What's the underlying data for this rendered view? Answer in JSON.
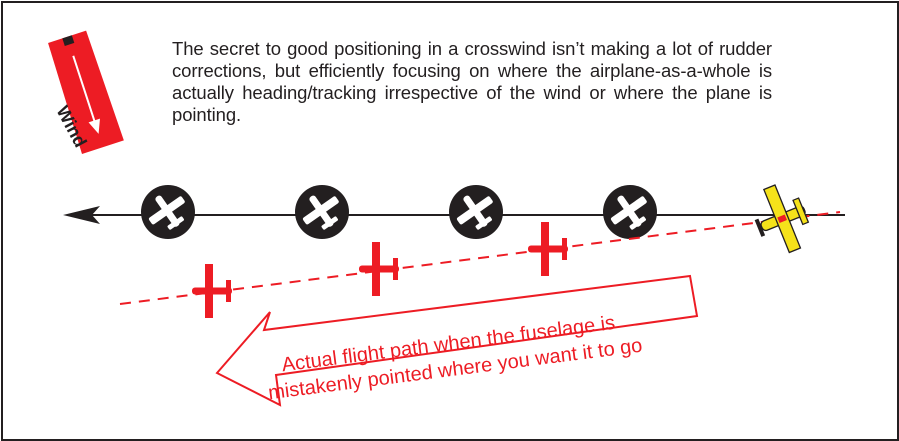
{
  "intro_text": "The secret to good positioning in a crosswind isn’t making a lot of rudder corrections, but efficiently focusing on where the airplane-as-a-whole is actually heading/tracking irrespective of the wind or where the plane is pointing.",
  "wind_label": "Wind",
  "flight_path_label_line1": "Actual flight path when the fuselage is",
  "flight_path_label_line2": "mistakenly pointed where you want it to go",
  "colors": {
    "red": "#ed1c24",
    "black": "#231f20",
    "yellow": "#f5e21a"
  }
}
